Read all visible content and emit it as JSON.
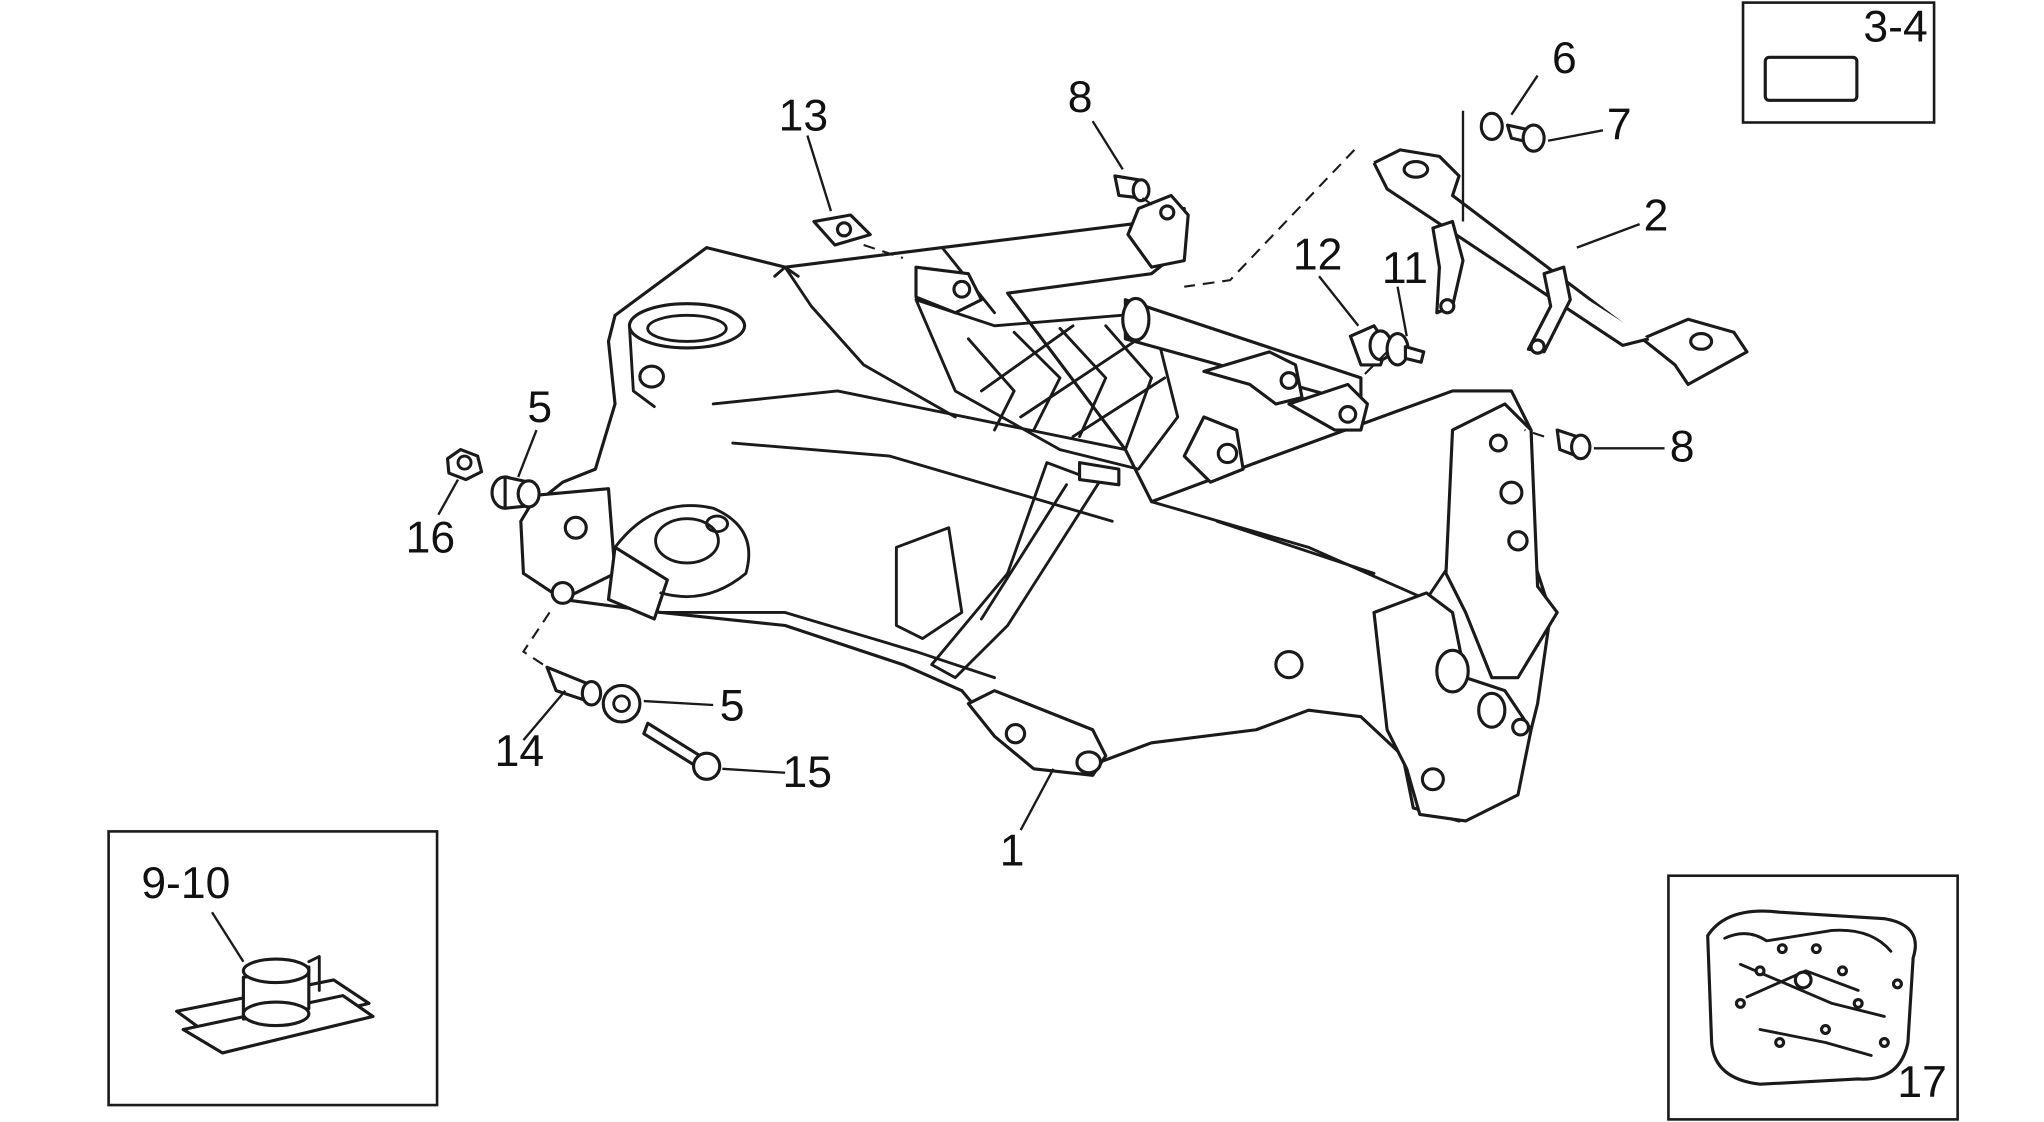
{
  "diagram": {
    "callouts": {
      "c1": "1",
      "c2": "2",
      "c3_4": "3-4",
      "c5_upper": "5",
      "c5_lower": "5",
      "c6": "6",
      "c7": "7",
      "c8_top": "8",
      "c8_right": "8",
      "c9_10": "9-10",
      "c11": "11",
      "c12": "12",
      "c13": "13",
      "c14": "14",
      "c15": "15",
      "c16": "16",
      "c17": "17"
    }
  }
}
